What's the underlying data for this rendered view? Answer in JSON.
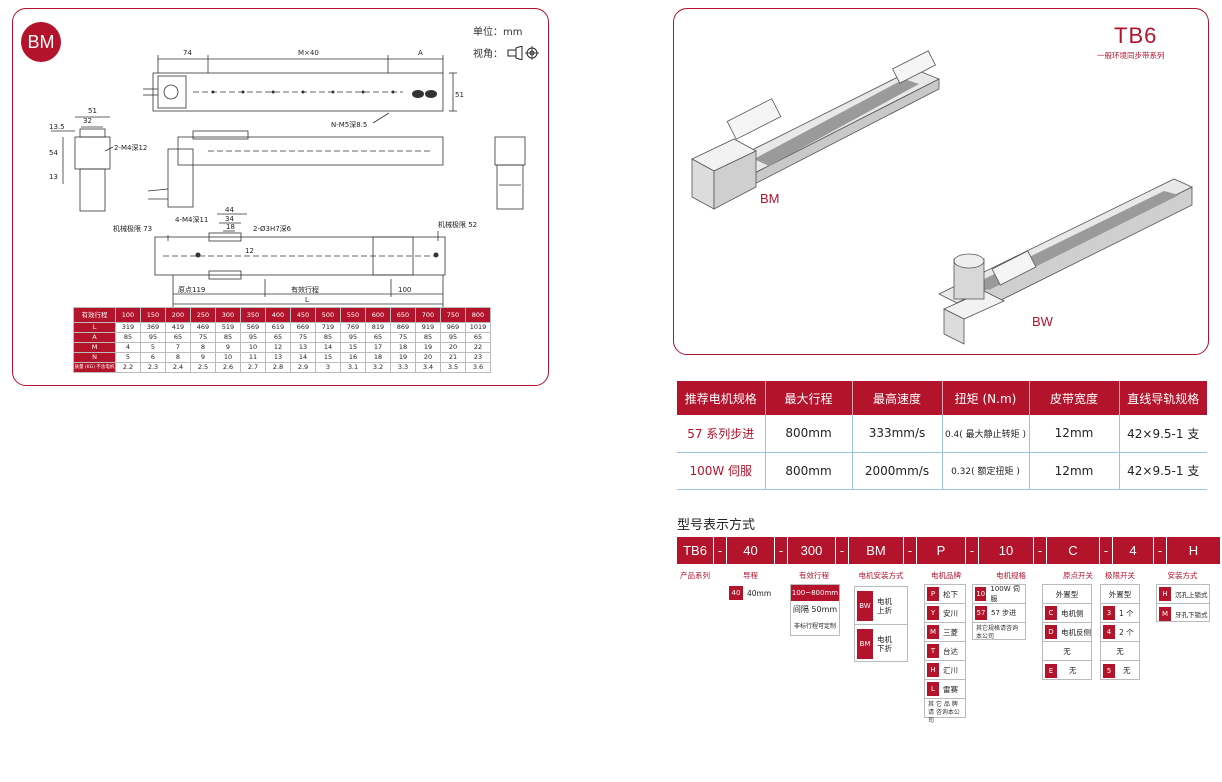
{
  "left": {
    "badge": "BM",
    "unit": "单位：mm",
    "view": "视角：",
    "labels": {
      "dim74": "74",
      "dimM40": "M×40",
      "dimA": "A",
      "dim51r": "51",
      "nm5": "N-M5深8.5",
      "dim51l": "51",
      "dim32": "32",
      "dim135": "13.5",
      "dim54": "54",
      "dim13": "13",
      "m4deep12": "2-M4深12",
      "dim44": "44",
      "dim34": "34",
      "dim18": "18",
      "m4deep11": "4-M4深11",
      "phi3": "2-Ø3H7深6",
      "mechlimit73": "机械极限 73",
      "mechlimit52": "机械极限 52",
      "dim12": "12",
      "origin119": "原点119",
      "stroke": "有效行程",
      "dim100": "100",
      "dimL": "L"
    },
    "table": {
      "header_label": "有效行程",
      "strokes": [
        "100",
        "150",
        "200",
        "250",
        "300",
        "350",
        "400",
        "450",
        "500",
        "550",
        "600",
        "650",
        "700",
        "750",
        "800"
      ],
      "rows": [
        {
          "label": "L",
          "values": [
            "319",
            "369",
            "419",
            "469",
            "519",
            "569",
            "619",
            "669",
            "719",
            "769",
            "819",
            "869",
            "919",
            "969",
            "1019"
          ]
        },
        {
          "label": "A",
          "values": [
            "85",
            "95",
            "65",
            "75",
            "85",
            "95",
            "65",
            "75",
            "85",
            "95",
            "65",
            "75",
            "85",
            "95",
            "65"
          ]
        },
        {
          "label": "M",
          "values": [
            "4",
            "5",
            "7",
            "8",
            "9",
            "10",
            "12",
            "13",
            "14",
            "15",
            "17",
            "18",
            "19",
            "20",
            "22"
          ]
        },
        {
          "label": "N",
          "values": [
            "5",
            "6",
            "8",
            "9",
            "10",
            "11",
            "13",
            "14",
            "15",
            "16",
            "18",
            "19",
            "20",
            "21",
            "23"
          ]
        },
        {
          "label": "质量 (KG) 不含电机",
          "values": [
            "2.2",
            "2.3",
            "2.4",
            "2.5",
            "2.6",
            "2.7",
            "2.8",
            "2.9",
            "3",
            "3.1",
            "3.2",
            "3.3",
            "3.4",
            "3.5",
            "3.6"
          ]
        }
      ]
    }
  },
  "right": {
    "title": "TB6",
    "subtitle": "一般环境同步带系列",
    "label_bm": "BM",
    "label_bw": "BW"
  },
  "spec": {
    "headers": [
      "推荐电机规格",
      "最大行程",
      "最高速度",
      "扭矩 (N.m)",
      "皮带宽度",
      "直线导轨规格"
    ],
    "rows": [
      [
        "57 系列步进",
        "800mm",
        "333mm/s",
        "0.4( 最大静止转矩 )",
        "12mm",
        "42×9.5-1 支"
      ],
      [
        "100W 伺服",
        "800mm",
        "2000mm/s",
        "0.32( 额定扭矩 )",
        "12mm",
        "42×9.5-1 支"
      ]
    ]
  },
  "model": {
    "title": "型号表示方式",
    "parts": [
      "TB6",
      "40",
      "300",
      "BM",
      "P",
      "10",
      "C",
      "4",
      "H"
    ],
    "dash": "-",
    "categories": [
      "产品系列",
      "导程",
      "有效行程",
      "电机安装方式",
      "电机品牌",
      "电机规格",
      "原点开关",
      "极限开关",
      "安装方式"
    ],
    "lead": {
      "code": "40",
      "text": "40mm"
    },
    "stroke": {
      "range": "100~800mm",
      "interval": "间隔 50mm",
      "note": "非标行程可定制"
    },
    "mount": [
      {
        "code": "BW",
        "text": "电机上折"
      },
      {
        "code": "BM",
        "text": "电机下折"
      }
    ],
    "brands": [
      {
        "code": "P",
        "text": "松下"
      },
      {
        "code": "Y",
        "text": "安川"
      },
      {
        "code": "M",
        "text": "三菱"
      },
      {
        "code": "T",
        "text": "台达"
      },
      {
        "code": "H",
        "text": "汇川"
      },
      {
        "code": "L",
        "text": "雷赛"
      }
    ],
    "brand_note": "其 它 品 牌 请 咨询本公司",
    "motor": [
      {
        "code": "10",
        "text": "100W 伺服"
      },
      {
        "code": "57",
        "text": "57 步进"
      }
    ],
    "motor_note": "其它规格请咨询本公司",
    "origin": {
      "head": "外置型",
      "items": [
        {
          "code": "C",
          "text": "电机侧"
        },
        {
          "code": "D",
          "text": "电机反侧"
        }
      ],
      "none_label": "无",
      "none_item": {
        "code": "E",
        "text": "无"
      }
    },
    "limit": {
      "head": "外置型",
      "items": [
        {
          "code": "3",
          "text": "1 个"
        },
        {
          "code": "4",
          "text": "2 个"
        }
      ],
      "none_label": "无",
      "none_item": {
        "code": "5",
        "text": "无"
      }
    },
    "install": [
      {
        "code": "H",
        "text": "沉孔上锁式"
      },
      {
        "code": "M",
        "text": "牙孔下锁式"
      }
    ]
  },
  "colors": {
    "brand": "#b3132b",
    "border": "#9bc4e2"
  }
}
